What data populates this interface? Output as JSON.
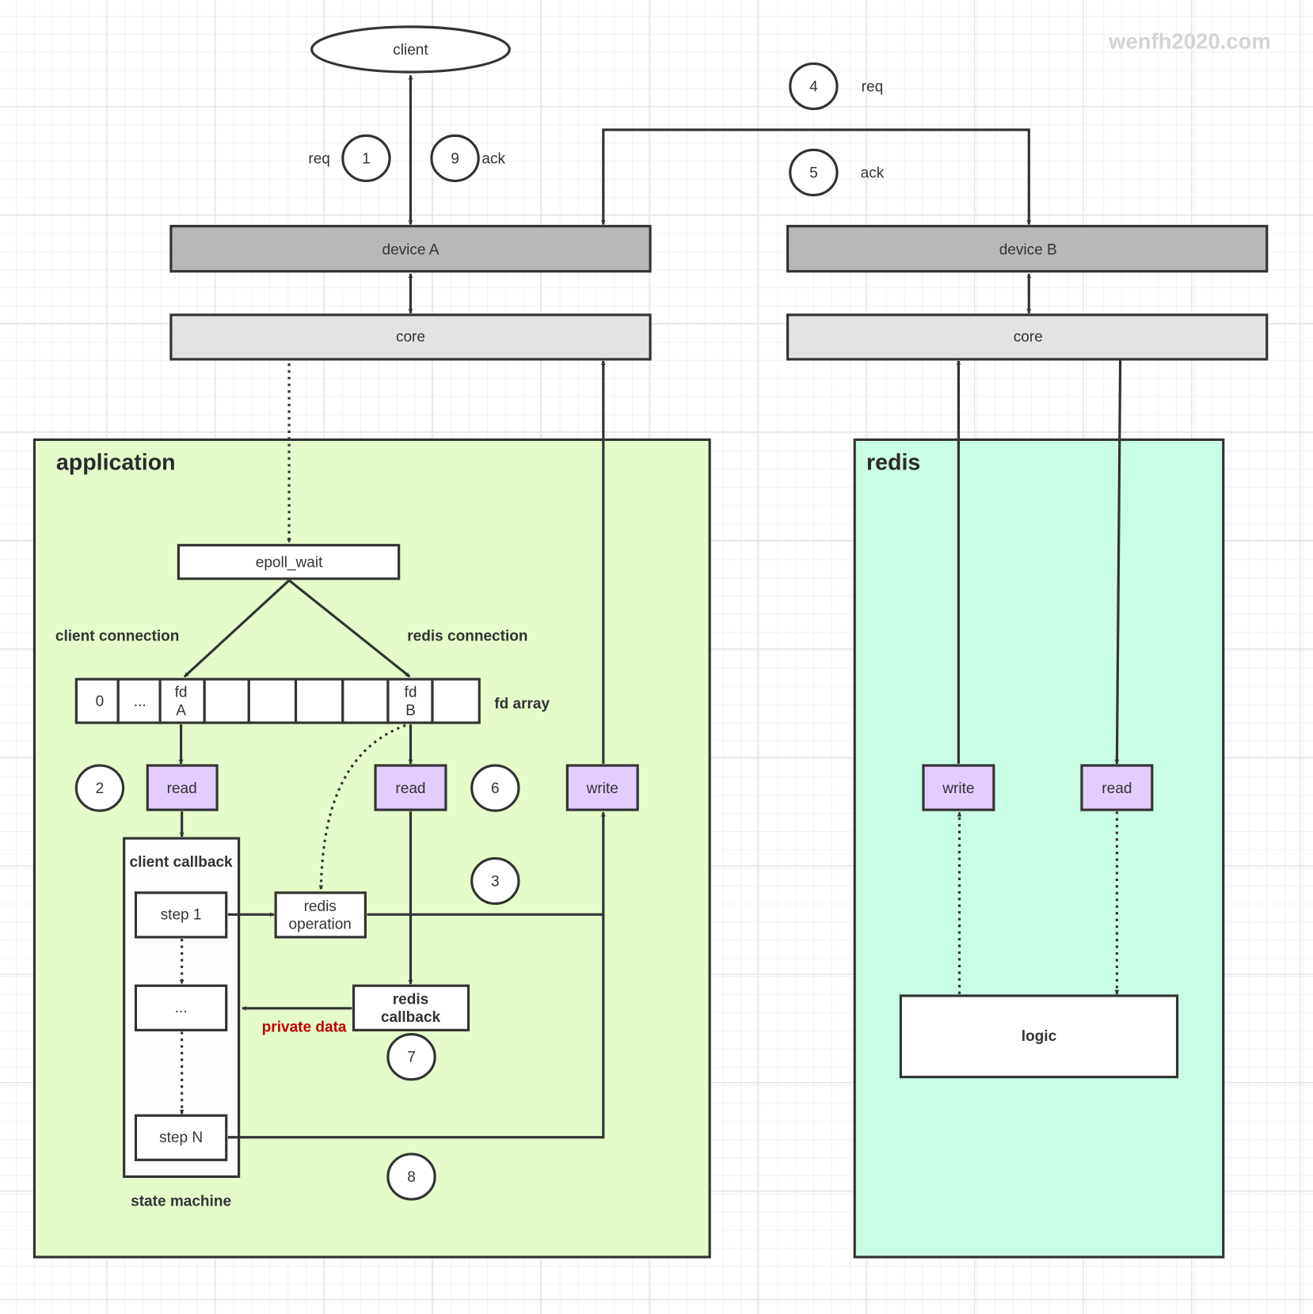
{
  "watermark": "wenfh2020.com",
  "colors": {
    "device": "#b8b8b8",
    "core": "#e3e3e3",
    "application_bg": "#e5fcca",
    "redis_bg": "#c9fde5",
    "io_box": "#e3ccff",
    "white_box": "#ffffff",
    "line": "#333333",
    "accent_red": "#c00000"
  },
  "top": {
    "client": "client",
    "device_a": "device A",
    "device_b": "device B",
    "core_a": "core",
    "core_b": "core",
    "step_labels": {
      "req_left": "req",
      "ack_left": "ack",
      "req_right": "req",
      "ack_right": "ack"
    }
  },
  "steps": [
    "1",
    "2",
    "3",
    "4",
    "5",
    "6",
    "7",
    "8",
    "9"
  ],
  "application": {
    "title": "application",
    "epoll_wait": "epoll_wait",
    "client_connection": "client connection",
    "redis_connection": "redis connection",
    "fd_array_label": "fd array",
    "fd_cells": [
      "0",
      "...",
      "fd A",
      "",
      "",
      "",
      "",
      "fd B",
      ""
    ],
    "read_client": "read",
    "read_redis": "read",
    "write": "write",
    "client_callback": "client callback",
    "step_1": "step 1",
    "step_mid": "...",
    "step_n": "step N",
    "state_machine": "state machine",
    "redis_operation_line1": "redis",
    "redis_operation_line2": "operation",
    "redis_callback_line1": "redis",
    "redis_callback_line2": "callback",
    "private_data": "private data"
  },
  "redis": {
    "title": "redis",
    "write": "write",
    "read": "read",
    "logic": "logic"
  }
}
